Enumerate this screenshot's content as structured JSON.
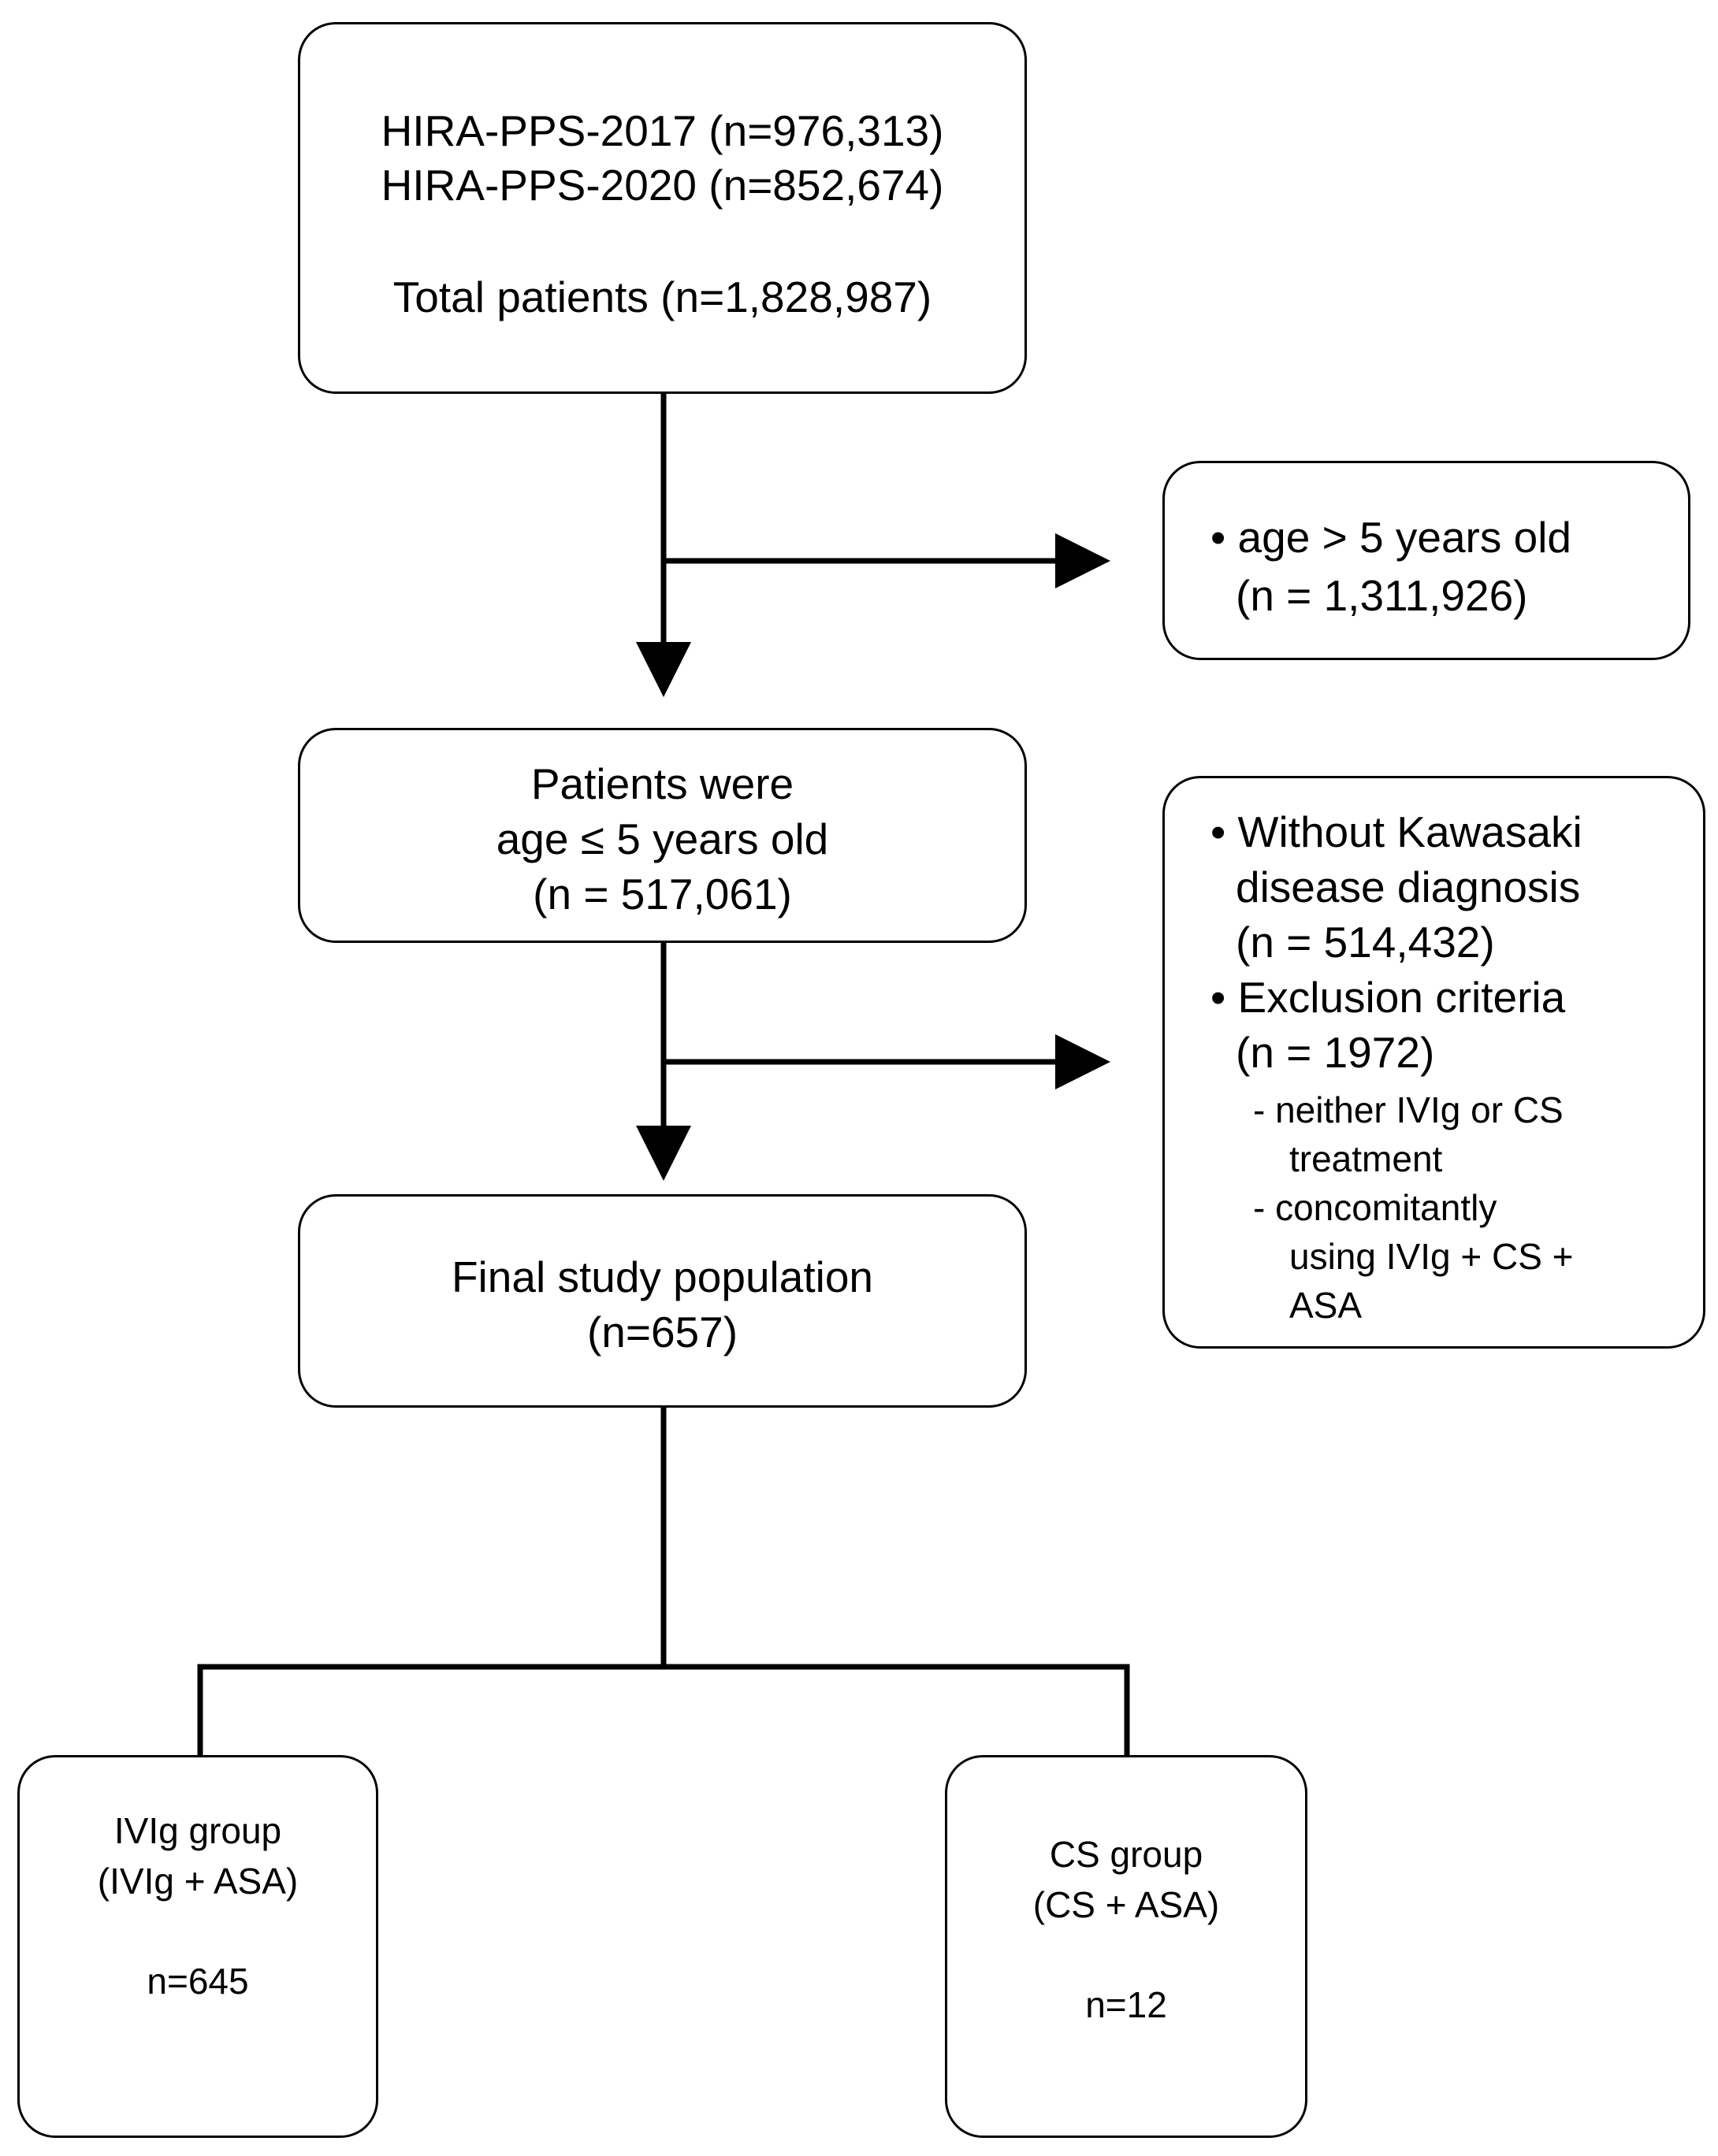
{
  "boxes": {
    "source": {
      "line1": "HIRA-PPS-2017 (n=976,313)",
      "line2": "HIRA-PPS-2020 (n=852,674)",
      "line3": "Total patients (n=1,828,987)"
    },
    "exclude1": {
      "line1": "• age > 5 years old",
      "line2": "(n = 1,311,926)"
    },
    "eligible": {
      "line1": "Patients were",
      "line2": "age ≤ 5 years old",
      "line3": "(n = 517,061)"
    },
    "exclude2": {
      "bullet1_line1": "• Without Kawasaki",
      "bullet1_line2": "disease diagnosis",
      "bullet1_line3": "(n = 514,432)",
      "bullet2_line1": "• Exclusion criteria",
      "bullet2_line2": "(n = 1972)",
      "sub1_line1": "-  neither IVIg or CS",
      "sub1_line2": "treatment",
      "sub2_line1": "-  concomitantly",
      "sub2_line2": "using IVIg + CS +",
      "sub2_line3": "ASA"
    },
    "final": {
      "line1": "Final study population",
      "line2": "(n=657)"
    },
    "ivig": {
      "line1": "IVIg group",
      "line2": "(IVIg + ASA)",
      "line3": "n=645"
    },
    "cs": {
      "line1": "CS group",
      "line2": "(CS + ASA)",
      "line3": "n=12"
    }
  }
}
